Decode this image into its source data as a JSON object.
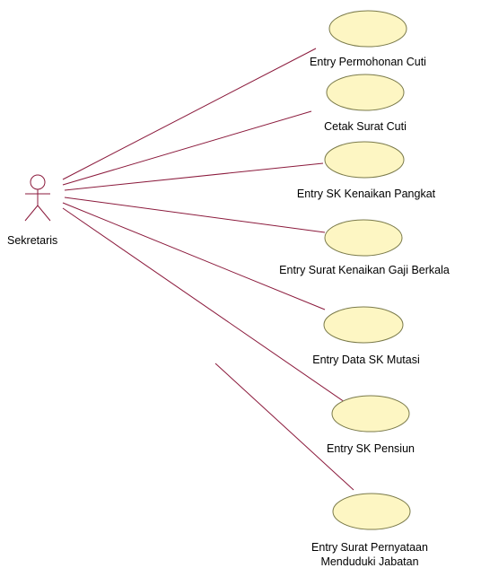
{
  "colors": {
    "line": "#8b1a3c",
    "usecase_fill": "#fdf6c3",
    "usecase_stroke": "#7a7a4a",
    "actor_stroke": "#8b1a3c",
    "text": "#000000"
  },
  "actor": {
    "name": "Sekretaris"
  },
  "use_cases": [
    {
      "label": "Entry Permohonan Cuti"
    },
    {
      "label": "Cetak Surat Cuti"
    },
    {
      "label": "Entry SK Kenaikan Pangkat"
    },
    {
      "label": "Entry Surat Kenaikan Gaji Berkala"
    },
    {
      "label": "Entry Data SK Mutasi"
    },
    {
      "label": "Entry SK Pensiun"
    },
    {
      "label_line1": "Entry Surat Pernyataan",
      "label_line2": "Menduduki Jabatan"
    }
  ]
}
